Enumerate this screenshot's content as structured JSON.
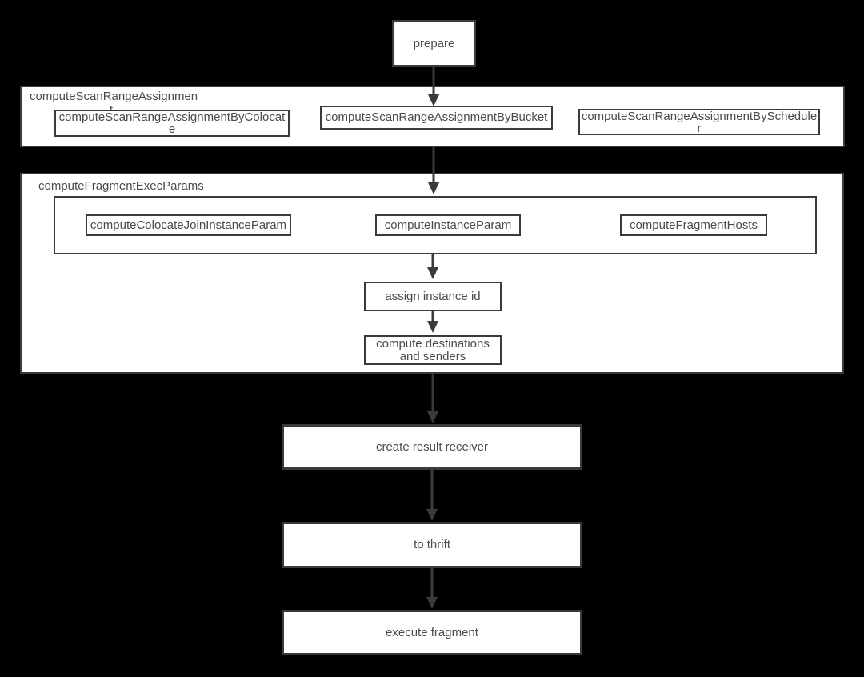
{
  "diagram": {
    "type": "flowchart",
    "colors": {
      "background": "#000000",
      "node_fill": "#ffffff",
      "border": "#3a3a3a",
      "text": "#4a4a4a",
      "arrow": "#3a3a3a"
    },
    "nodes": {
      "prepare": "prepare",
      "scan_range_group_label": "computeScanRangeAssignmen\nt",
      "by_colocate": "computeScanRangeAssignmentByColocat\ne",
      "by_bucket": "computeScanRangeAssignmentByBucket",
      "by_scheduler": "computeScanRangeAssignmentBySchedule\nr",
      "fragment_exec_group_label": "computeFragmentExecParams",
      "colocate_join_instance_param": "computeColocateJoinInstanceParam",
      "instance_param": "computeInstanceParam",
      "fragment_hosts": "computeFragmentHosts",
      "assign_instance_id": "assign instance id",
      "compute_destinations": "compute destinations\nand senders",
      "create_result_receiver": "create result receiver",
      "to_thrift": "to thrift",
      "execute_fragment": "execute fragment"
    },
    "edges": [
      {
        "from": "prepare",
        "to": "computeScanRangeAssignment group"
      },
      {
        "from": "computeScanRangeAssignment group",
        "to": "computeFragmentExecParams param row"
      },
      {
        "from": "param row",
        "to": "assign instance id"
      },
      {
        "from": "assign instance id",
        "to": "compute destinations and senders"
      },
      {
        "from": "computeFragmentExecParams group",
        "to": "create result receiver"
      },
      {
        "from": "create result receiver",
        "to": "to thrift"
      },
      {
        "from": "to thrift",
        "to": "execute fragment"
      }
    ]
  }
}
